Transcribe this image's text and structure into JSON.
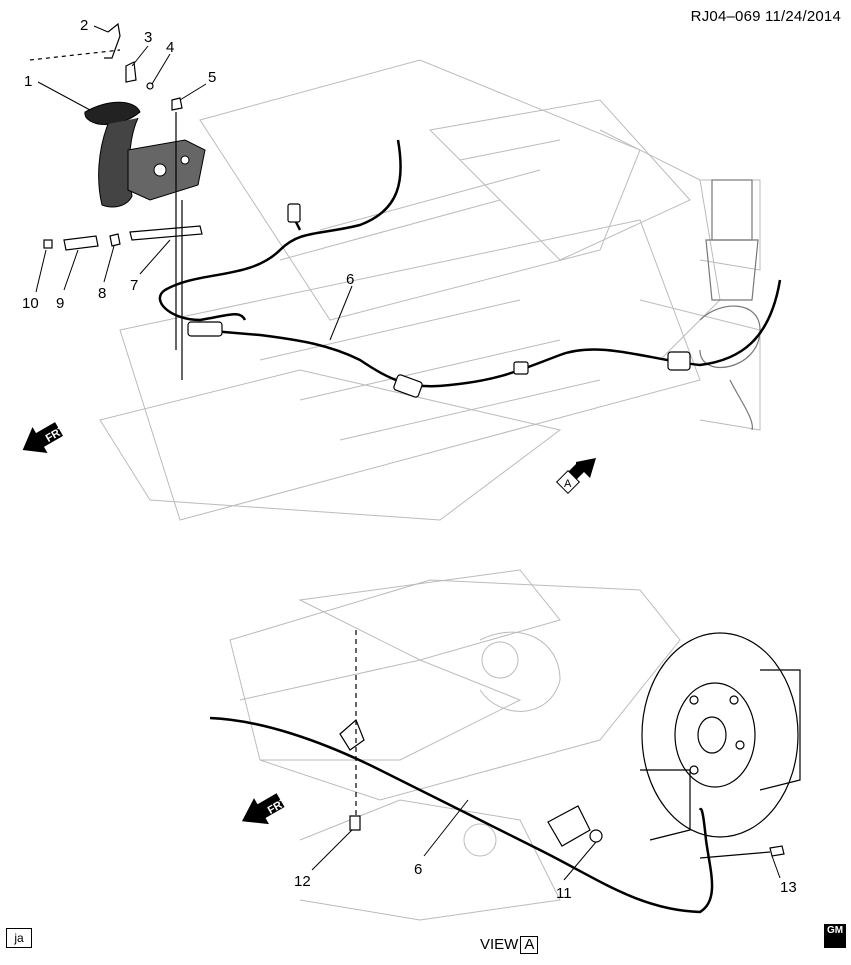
{
  "header": {
    "ref_code": "RJ04–069  11/24/2014"
  },
  "callouts": [
    "1",
    "2",
    "3",
    "4",
    "5",
    "6",
    "7",
    "8",
    "9",
    "10",
    "11",
    "12",
    "13",
    "6"
  ],
  "direction_markers": {
    "front": "FRT",
    "view_marker": "A"
  },
  "footer": {
    "stamp": "ja",
    "view_text": "VIEW",
    "view_letter": "A",
    "logo": "GM"
  }
}
